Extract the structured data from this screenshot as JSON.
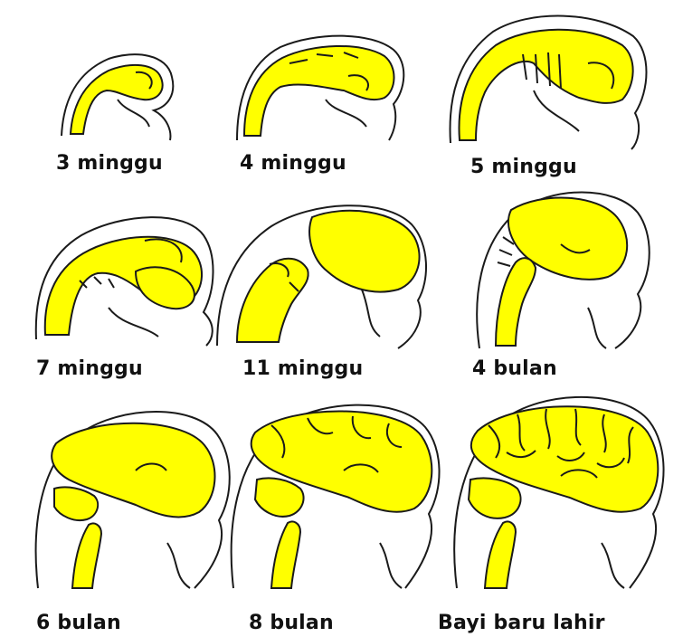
{
  "colors": {
    "brain_fill": "#ffff00",
    "outline": "#1a1a1a",
    "background": "#ffffff"
  },
  "stages": [
    {
      "label": "3 minggu"
    },
    {
      "label": "4 minggu"
    },
    {
      "label": "5 minggu"
    },
    {
      "label": "7 minggu"
    },
    {
      "label": "11 minggu"
    },
    {
      "label": "4 bulan"
    },
    {
      "label": "6 bulan"
    },
    {
      "label": "8 bulan"
    },
    {
      "label": "Bayi baru lahir"
    }
  ]
}
